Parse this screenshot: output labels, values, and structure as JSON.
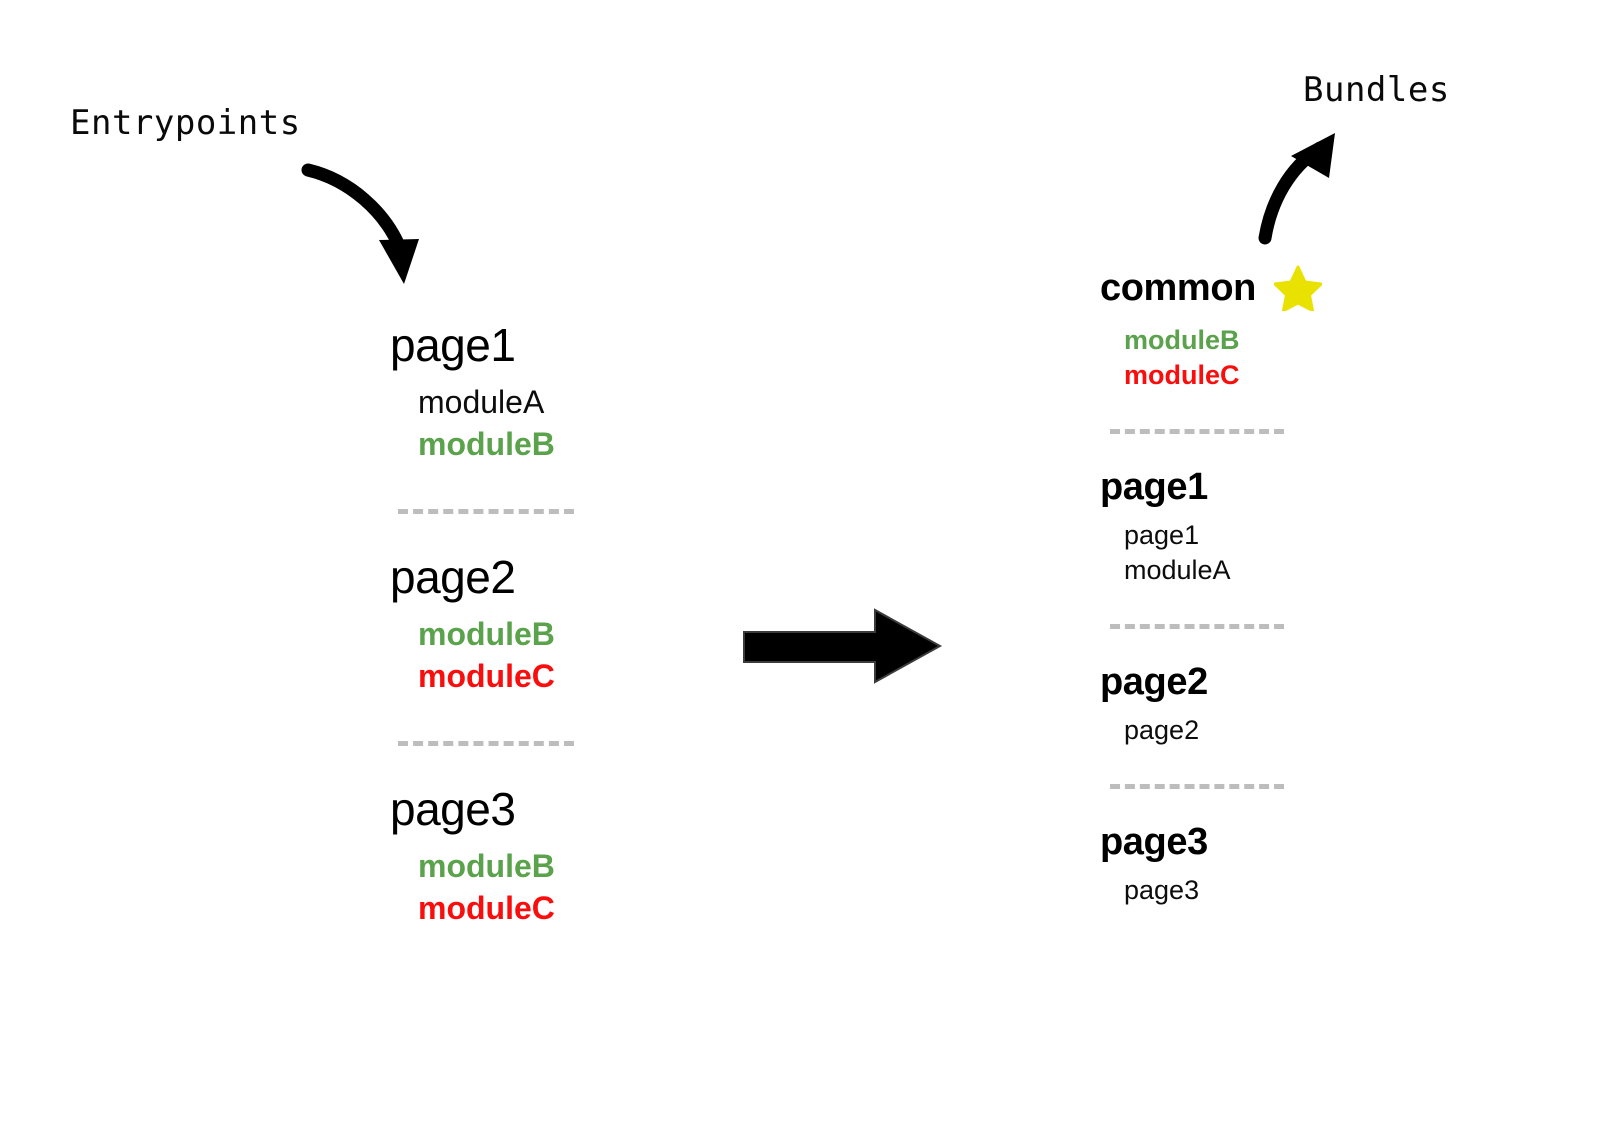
{
  "labels": {
    "entrypoints": "Entrypoints",
    "bundles": "Bundles"
  },
  "icons": {
    "star": "star-icon",
    "entry_arrow": "curved-arrow-down-right-icon",
    "bundle_arrow": "curved-arrow-up-right-icon",
    "transform_arrow": "block-arrow-right-icon"
  },
  "colors": {
    "shared_module": "#5aa24b",
    "unique_module": "#f90d0d",
    "plain_module": "#0d0d0d",
    "divider": "#bdbdbd",
    "star": "#e9e200",
    "arrow": "#000000",
    "background": "#ffffff"
  },
  "entrypoints": {
    "groups": [
      {
        "title": "page1",
        "modules": [
          {
            "name": "moduleA",
            "style": "plain"
          },
          {
            "name": "moduleB",
            "style": "shared"
          }
        ]
      },
      {
        "title": "page2",
        "modules": [
          {
            "name": "moduleB",
            "style": "shared"
          },
          {
            "name": "moduleC",
            "style": "unique"
          }
        ]
      },
      {
        "title": "page3",
        "modules": [
          {
            "name": "moduleB",
            "style": "shared"
          },
          {
            "name": "moduleC",
            "style": "unique"
          }
        ]
      }
    ]
  },
  "bundles": {
    "groups": [
      {
        "title": "common",
        "has_star": true,
        "modules": [
          {
            "name": "moduleB",
            "style": "shared"
          },
          {
            "name": "moduleC",
            "style": "unique"
          }
        ]
      },
      {
        "title": "page1",
        "has_star": false,
        "modules": [
          {
            "name": "page1",
            "style": "plain"
          },
          {
            "name": "moduleA",
            "style": "plain"
          }
        ]
      },
      {
        "title": "page2",
        "has_star": false,
        "modules": [
          {
            "name": "page2",
            "style": "plain"
          }
        ]
      },
      {
        "title": "page3",
        "has_star": false,
        "modules": [
          {
            "name": "page3",
            "style": "plain"
          }
        ]
      }
    ]
  }
}
